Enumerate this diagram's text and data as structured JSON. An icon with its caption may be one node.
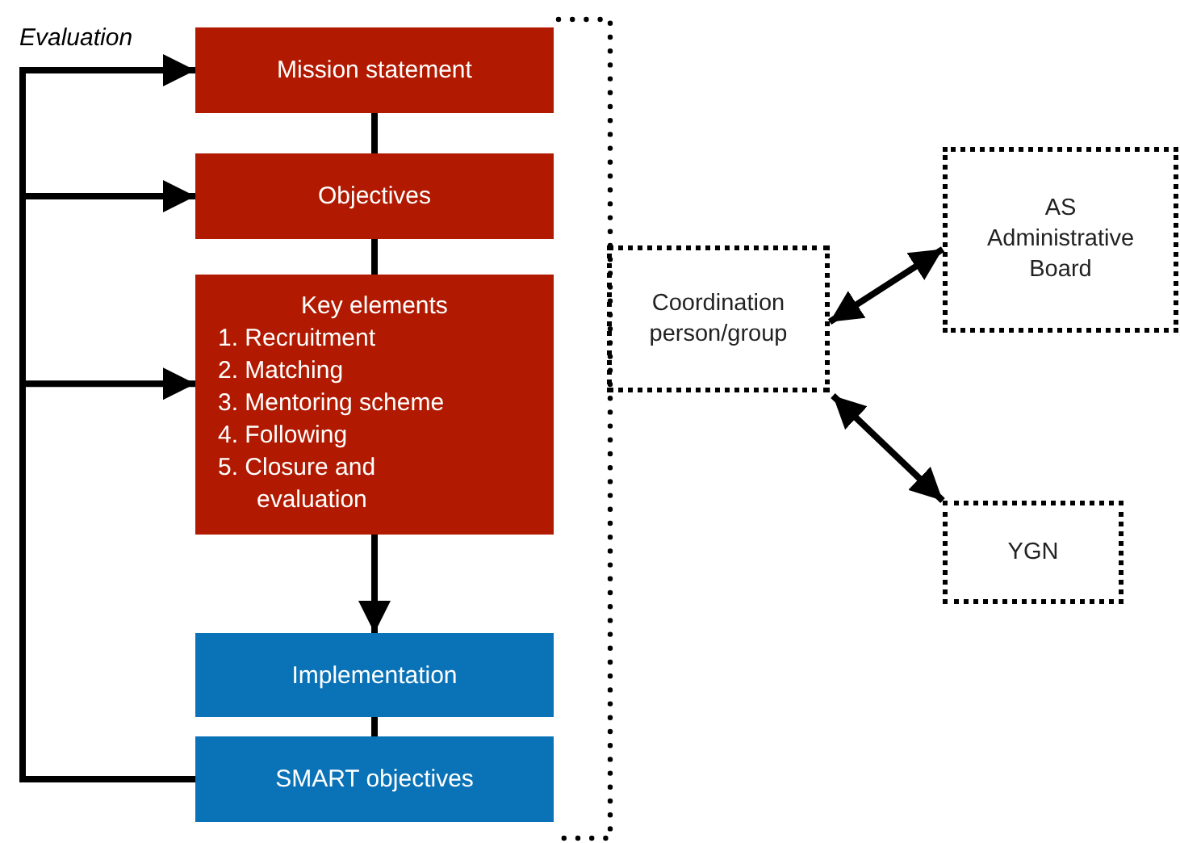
{
  "diagram": {
    "nodes": [
      {
        "text": [
          "Mission statement"
        ]
      },
      {
        "text": [
          "Objectives"
        ]
      },
      {
        "text": [
          "Key elements",
          "1. Recruitment",
          "2. Matching",
          "3. Mentoring scheme",
          "4. Following",
          "5. Closure and evaluation"
        ]
      },
      {
        "text": [
          "Implementation"
        ]
      },
      {
        "text": [
          "SMART objectives"
        ]
      },
      {
        "text": [
          "Coordination person/group"
        ]
      },
      {
        "text": [
          "AS Administrative Board"
        ]
      },
      {
        "text": [
          "YGN"
        ]
      }
    ],
    "edges": [
      {
        "from": 0,
        "to": 1,
        "arrow": "none"
      },
      {
        "from": 1,
        "to": 2,
        "arrow": "none"
      },
      {
        "from": 2,
        "to": 3,
        "arrow": "to"
      },
      {
        "from": 3,
        "to": 4,
        "arrow": "none"
      },
      {
        "from": 4,
        "to": 0,
        "arrow": "to"
      },
      {
        "from": 4,
        "to": 1,
        "arrow": "to"
      },
      {
        "from": 4,
        "to": 2,
        "arrow": "to"
      },
      {
        "from": 5,
        "to": 6,
        "arrow": "both"
      },
      {
        "from": 5,
        "to": 7,
        "arrow": "both"
      }
    ],
    "labels": [
      "Evaluation"
    ]
  }
}
